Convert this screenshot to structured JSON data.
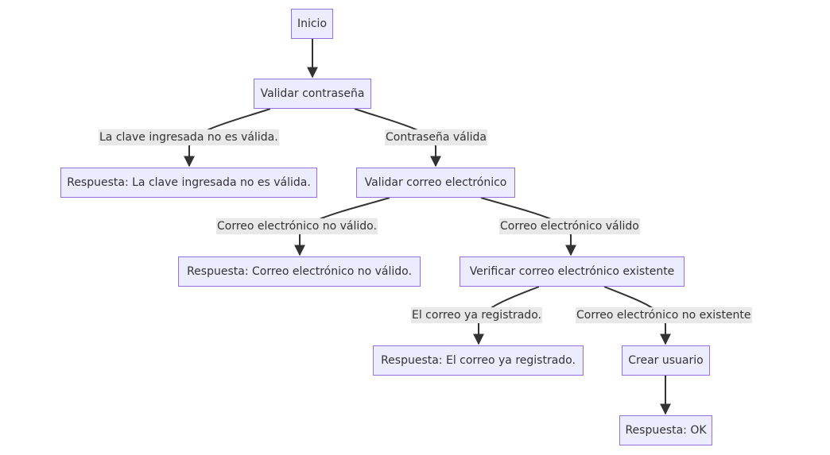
{
  "nodes": {
    "start": "Inicio",
    "validate_password": "Validar contraseña",
    "resp_invalid_key": "Respuesta: La clave ingresada no es válida.",
    "validate_email": "Validar correo electrónico",
    "resp_invalid_email": "Respuesta: Correo electrónico no válido.",
    "verify_email_exists": "Verificar correo electrónico existente",
    "resp_already_registered": "Respuesta: El correo ya registrado.",
    "create_user": "Crear usuario",
    "resp_ok": "Respuesta: OK"
  },
  "edges": {
    "invalid_key": "La clave ingresada no es válida.",
    "valid_password": "Contraseña válida",
    "invalid_email": "Correo electrónico no válido.",
    "valid_email": "Correo electrónico válido",
    "already_registered": "El correo ya registrado.",
    "email_not_existing": "Correo electrónico no existente"
  },
  "colors": {
    "node_fill": "#ececff",
    "node_border": "#9370db",
    "edge": "#333333",
    "label_background": "#e8e8e8"
  }
}
